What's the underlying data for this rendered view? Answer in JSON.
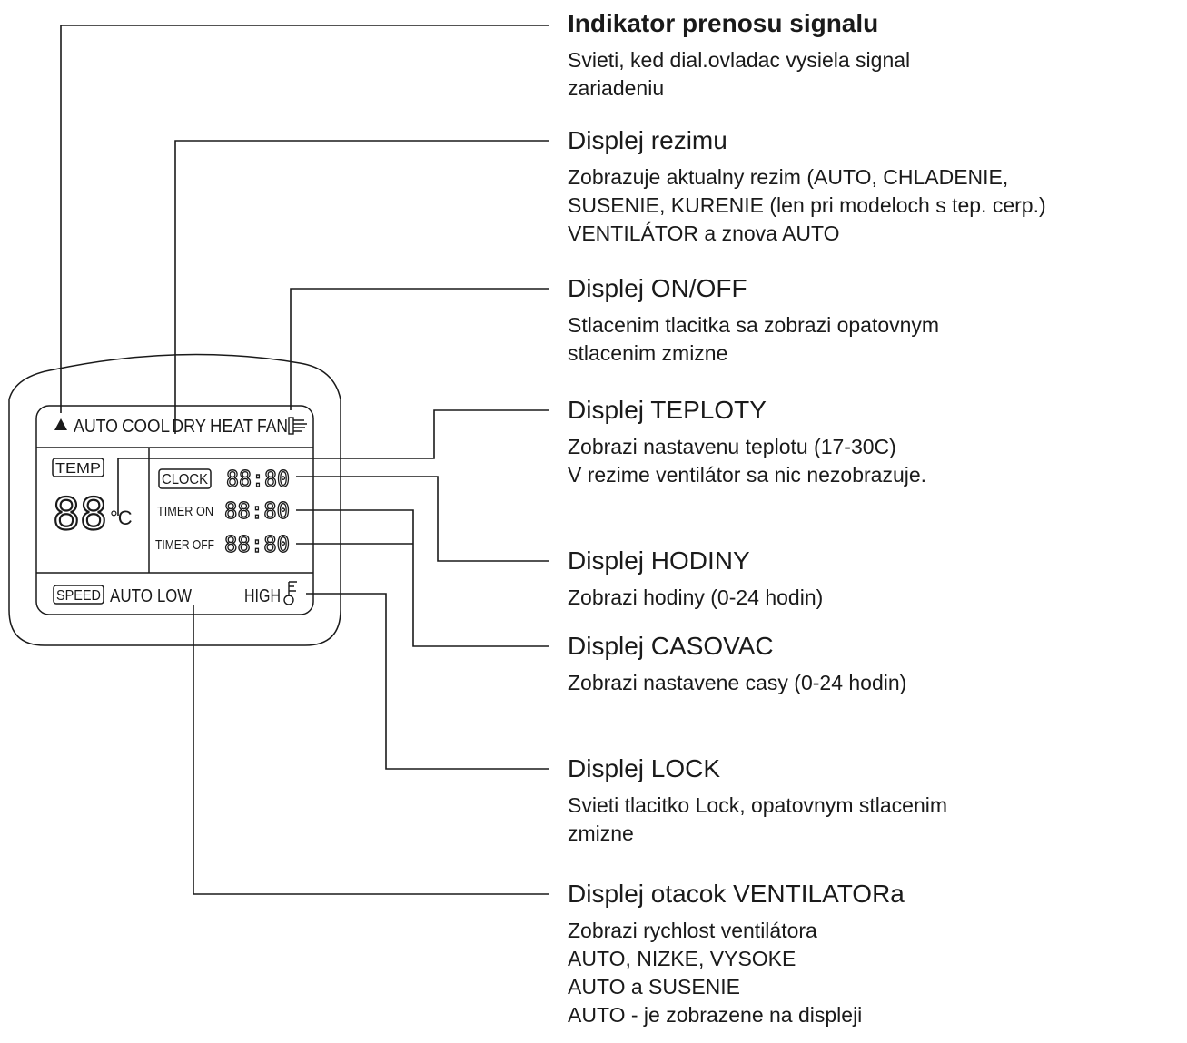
{
  "lcd": {
    "mode_labels": [
      "AUTO",
      "COOL",
      "DRY",
      "HEAT",
      "FAN"
    ],
    "temp_badge": "TEMP",
    "temp_digits": "88",
    "temp_unit": "°C",
    "clock_badge": "CLOCK",
    "timer_on_label": "TIMER ON",
    "timer_off_label": "TIMER OFF",
    "time_digits": "88:80",
    "speed_badge": "SPEED",
    "speed_auto": "AUTO",
    "speed_low": "LOW",
    "speed_high": "HIGH"
  },
  "annotations": [
    {
      "id": "signal",
      "title": "Indikator prenosu signalu",
      "bold": true,
      "lines": [
        "Svieti, ked dial.ovladac vysiela signal",
        "zariadeniu"
      ]
    },
    {
      "id": "mode",
      "title": "Displej rezimu",
      "bold": false,
      "lines": [
        "Zobrazuje aktualny rezim (AUTO, CHLADENIE,",
        "SUSENIE, KURENIE (len pri modeloch s tep. cerp.)",
        "VENTILÁTOR a znova AUTO"
      ]
    },
    {
      "id": "onoff",
      "title": "Displej ON/OFF",
      "bold": false,
      "lines": [
        "Stlacenim tlacitka sa zobrazi opatovnym",
        "stlacenim zmizne"
      ]
    },
    {
      "id": "temp",
      "title": "Displej TEPLOTY",
      "bold": false,
      "lines": [
        "Zobrazi nastavenu teplotu (17-30C)",
        "V  rezime ventilátor sa nic nezobrazuje."
      ]
    },
    {
      "id": "clock",
      "title": "Displej HODINY",
      "bold": false,
      "lines": [
        "Zobrazi hodiny (0-24 hodin)"
      ]
    },
    {
      "id": "timer",
      "title": "Displej CASOVAC",
      "bold": false,
      "lines": [
        "Zobrazi nastavene casy (0-24 hodin)"
      ]
    },
    {
      "id": "lock",
      "title": "Displej LOCK",
      "bold": false,
      "lines": [
        "Svieti  tlacitko Lock, opatovnym stlacenim",
        "zmizne"
      ]
    },
    {
      "id": "fan",
      "title": "Displej otacok VENTILATORa",
      "bold": false,
      "lines": [
        "Zobrazi rychlost ventilátora",
        "AUTO, NIZKE, VYSOKE",
        "AUTO a  SUSENIE",
        "AUTO - je zobrazene na displeji"
      ]
    }
  ]
}
